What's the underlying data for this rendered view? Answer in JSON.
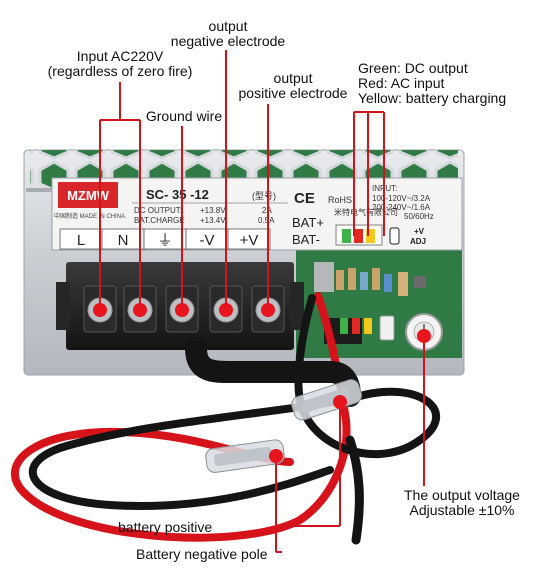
{
  "labels": {
    "input_line1": "Input AC220V",
    "input_line2": "(regardless of zero fire)",
    "output_neg_line1": "output",
    "output_neg_line2": "negative electrode",
    "output_pos_line1": "output",
    "output_pos_line2": "positive electrode",
    "ground": "Ground wire",
    "leds_green": "Green: DC output",
    "leds_red": "Red: AC input",
    "leds_yellow": "Yellow: battery charging",
    "voltage_line1": "The output voltage",
    "voltage_line2": "Adjustable ±10%",
    "battery_positive": "battery positive",
    "battery_negative": "Battery negative pole"
  },
  "device": {
    "brand": "MZMW",
    "model": "SC- 35 -12",
    "model_note": "(型号)",
    "made_in": "中国制造 MADE IN CHINA",
    "dc_output_label": "DC OUTPUT:",
    "dc_output_v": "+13.8V",
    "dc_output_a": "2A",
    "bat_charge_label": "BAT.CHARGE",
    "bat_charge_v": "+13.4V",
    "bat_charge_a": "0.5A",
    "ce": "CE",
    "rohs": "RoHS",
    "input_title": "INPUT:",
    "input_line1": "100-120V~/3.2A",
    "input_line2": "200-240V~/1.6A",
    "input_line3": "50/60Hz",
    "bat_plus": "BAT+",
    "bat_minus": "BAT-",
    "maker_cn": "米特电气有限公司",
    "adj_top": "+V",
    "adj_bottom": "ADJ",
    "terminals": [
      "L",
      "N",
      "⏚",
      "-V",
      "+V"
    ]
  },
  "colors": {
    "marker": "#e8141e",
    "pointer": "#d2131b",
    "brand_red": "#d9262a",
    "pcb_green": "#2f7a45",
    "wire_red": "#d6131a",
    "wire_black": "#141414",
    "led_green": "#3fb24a",
    "led_red": "#e32a22",
    "led_yellow": "#f2c81b"
  }
}
